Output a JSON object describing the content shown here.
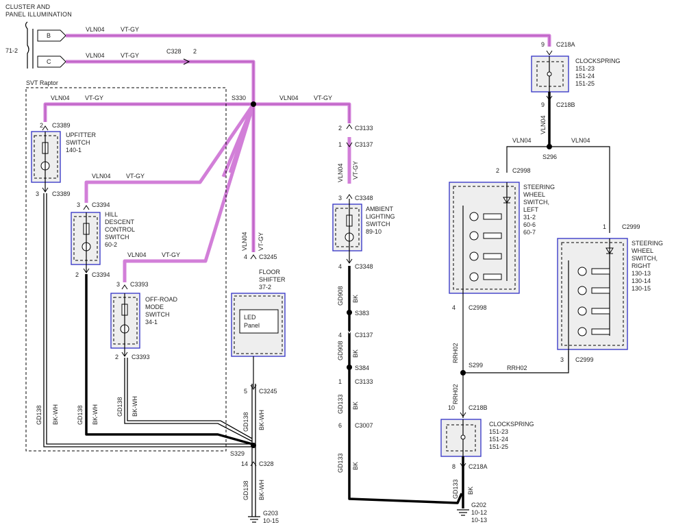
{
  "header": {
    "title_line1": "CLUSTER AND",
    "title_line2": "PANEL ILLUMINATION",
    "ref": "71-2",
    "pin_b": "B",
    "pin_c": "C"
  },
  "region_label": "SVT Raptor",
  "wire_labels": {
    "vln04": "VLN04",
    "vtgy": "VT-GY",
    "gd138": "GD138",
    "bkwh": "BK-WH",
    "gd908": "GD908",
    "gd133": "GD133",
    "bk": "BK",
    "rrh02": "RRH02"
  },
  "connectors": {
    "c328_top": "C328",
    "c328_top_pin": "2",
    "c218a_top": "C218A",
    "c218a_top_pin": "9",
    "c218b_top": "C218B",
    "c218b_top_pin": "9",
    "c3389_a": "C3389",
    "c3389_a_pin": "2",
    "c3389_b": "C3389",
    "c3389_b_pin": "3",
    "c3394_a": "C3394",
    "c3394_a_pin": "3",
    "c3394_b": "C3394",
    "c3394_b_pin": "2",
    "c3393_a": "C3393",
    "c3393_a_pin": "3",
    "c3393_b": "C3393",
    "c3393_b_pin": "2",
    "c3245_a": "C3245",
    "c3245_a_pin": "4",
    "c3245_b": "C3245",
    "c3245_b_pin": "5",
    "c328_bot": "C328",
    "c328_bot_pin": "14",
    "c3133_a": "C3133",
    "c3133_a_pin": "2",
    "c3137_a": "C3137",
    "c3137_a_pin": "1",
    "c3348_a": "C3348",
    "c3348_a_pin": "3",
    "c3348_b": "C3348",
    "c3348_b_pin": "4",
    "c3137_b": "C3137",
    "c3137_b_pin": "4",
    "c3133_b": "C3133",
    "c3133_b_pin": "1",
    "c3007": "C3007",
    "c3007_pin": "6",
    "c2998_a": "C2998",
    "c2998_a_pin": "2",
    "c2998_b": "C2998",
    "c2998_b_pin": "4",
    "c2999_a": "C2999",
    "c2999_a_pin": "1",
    "c2999_b": "C2999",
    "c2999_b_pin": "3",
    "c218b_bot": "C218B",
    "c218b_bot_pin": "10",
    "c218a_bot": "C218A",
    "c218a_bot_pin": "8"
  },
  "splices": {
    "s330": "S330",
    "s329": "S329",
    "s296": "S296",
    "s383": "S383",
    "s384": "S384",
    "s299": "S299"
  },
  "components": {
    "upfitter": [
      "UPFITTER",
      "SWITCH",
      "140-1"
    ],
    "hill": [
      "HILL",
      "DESCENT",
      "CONTROL",
      "SWITCH",
      "60-2"
    ],
    "offroad": [
      "OFF-ROAD",
      "MODE",
      "SWITCH",
      "34-1"
    ],
    "floor": [
      "FLOOR",
      "SHIFTER",
      "37-2"
    ],
    "led_panel": [
      "LED",
      "Panel"
    ],
    "ambient": [
      "AMBIENT",
      "LIGHTING",
      "SWITCH",
      "89-10"
    ],
    "clockspring_top": [
      "CLOCKSPRING",
      "151-23",
      "151-24",
      "151-25"
    ],
    "clockspring_bot": [
      "CLOCKSPRING",
      "151-23",
      "151-24",
      "151-25"
    ],
    "sw_left": [
      "STEERING",
      "WHEEL",
      "SWITCH,",
      "LEFT",
      "31-2",
      "60-6",
      "60-7"
    ],
    "sw_right": [
      "STEERING",
      "WHEEL",
      "SWITCH,",
      "RIGHT",
      "130-13",
      "130-14",
      "130-15"
    ]
  },
  "grounds": {
    "g203": [
      "G203",
      "10-15"
    ],
    "g202": [
      "G202",
      "10-12",
      "10-13"
    ]
  }
}
